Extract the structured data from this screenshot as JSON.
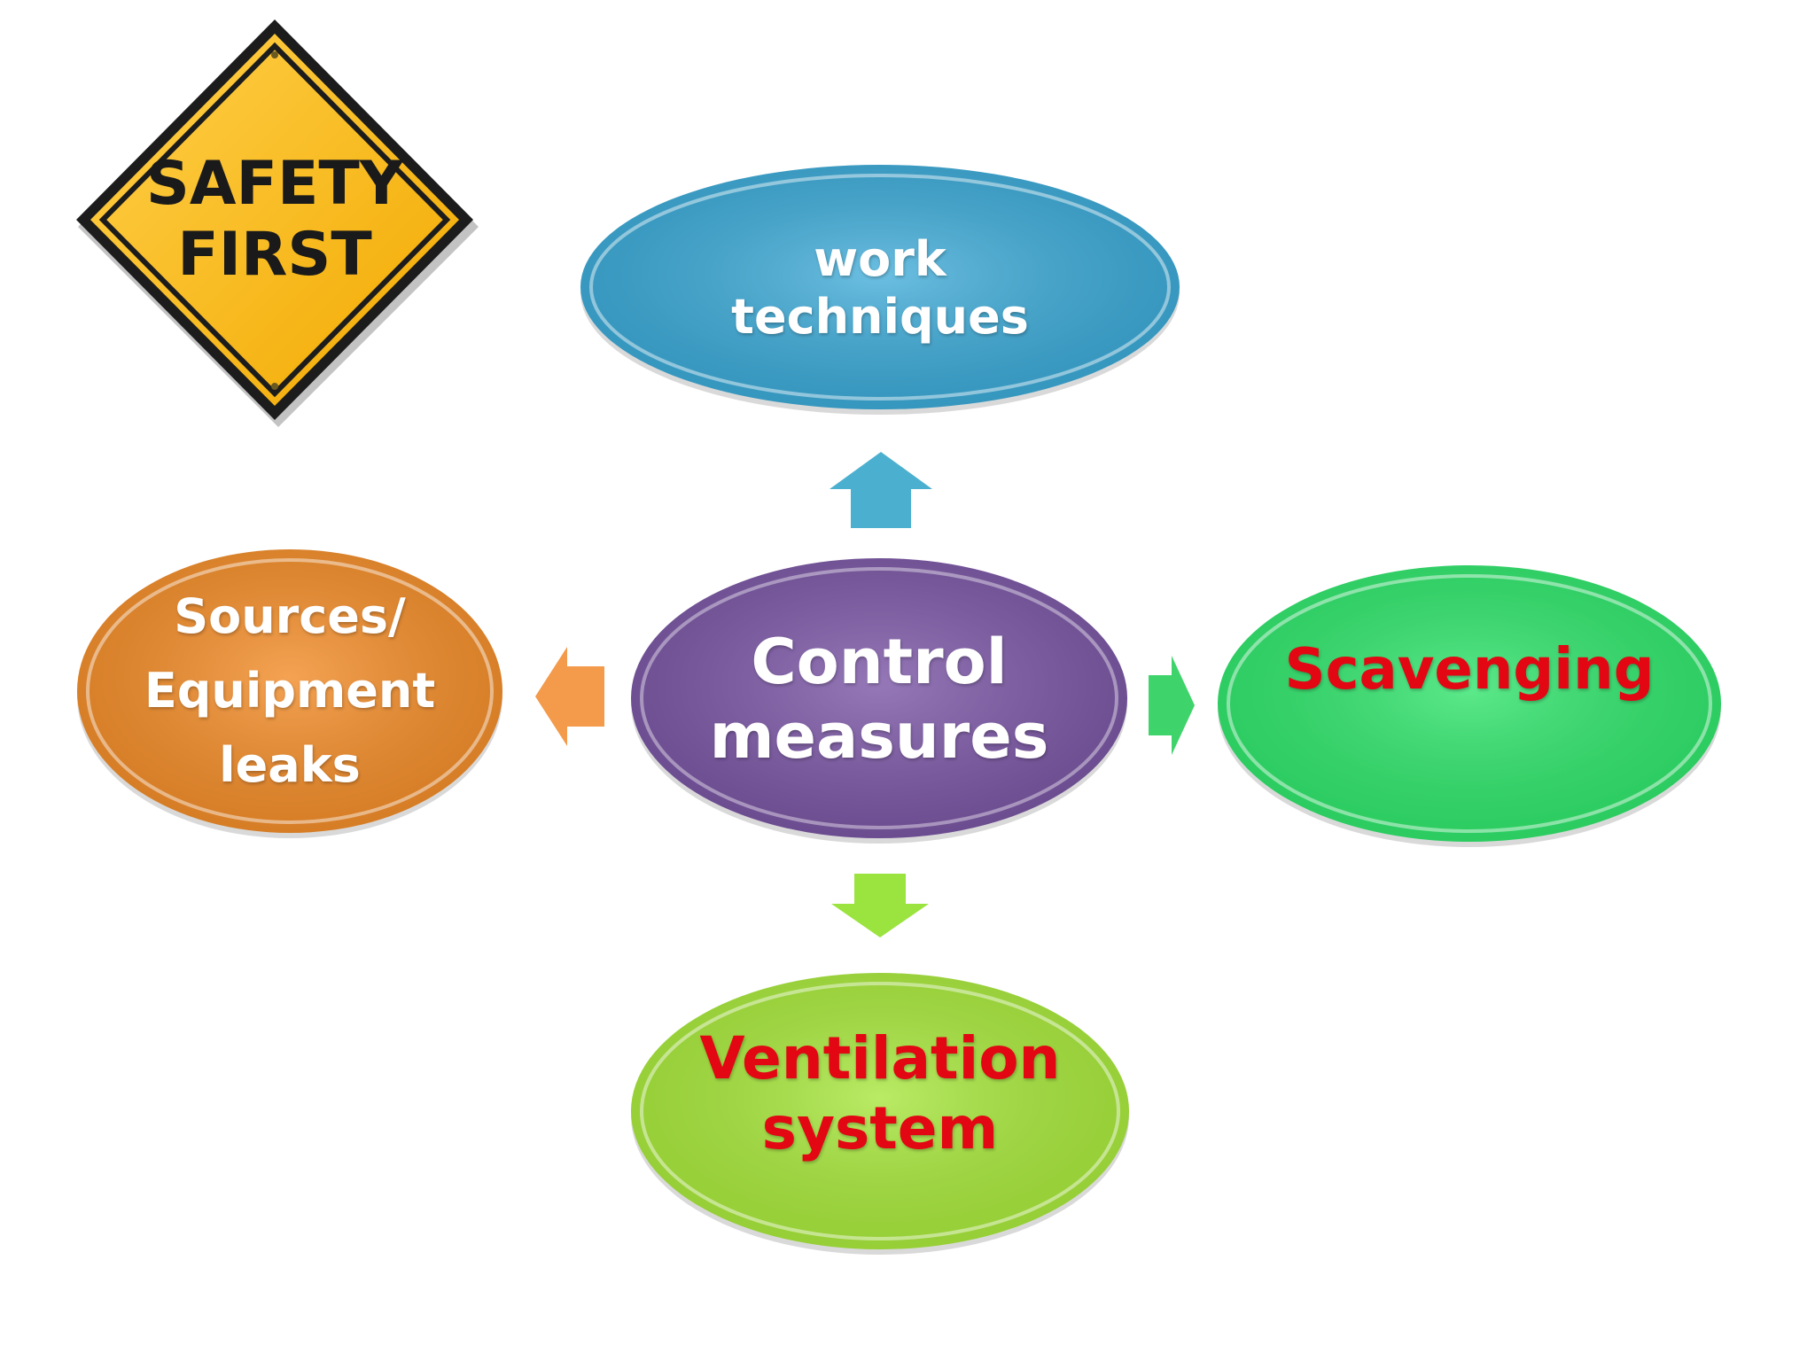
{
  "logo": {
    "line1": "SAFETY",
    "line2": "FIRST",
    "sign_color": "#F6B417",
    "border_color": "#1a1a1a"
  },
  "nodes": {
    "center": {
      "text": "Control\nmeasures",
      "fill": "#7B56A6",
      "text_color": "#FFFFFF"
    },
    "top": {
      "text": "work\ntechniques",
      "fill": "#3AAAD8",
      "text_color": "#FFFFFF"
    },
    "left": {
      "text": "Sources/\nEquipment\nleaks",
      "fill": "#F28C28",
      "text_color": "#FFFFFF"
    },
    "right": {
      "text": "Scavenging",
      "fill": "#2EE36A",
      "text_color": "#E30613"
    },
    "bottom": {
      "text": "Ventilation\nsystem",
      "fill": "#A6E63A",
      "text_color": "#E30613"
    }
  },
  "arrows": {
    "up": {
      "color": "#4BB0CF"
    },
    "left": {
      "color": "#F39A4B"
    },
    "right": {
      "color": "#3FD36B"
    },
    "down": {
      "color": "#9BE33E"
    }
  }
}
